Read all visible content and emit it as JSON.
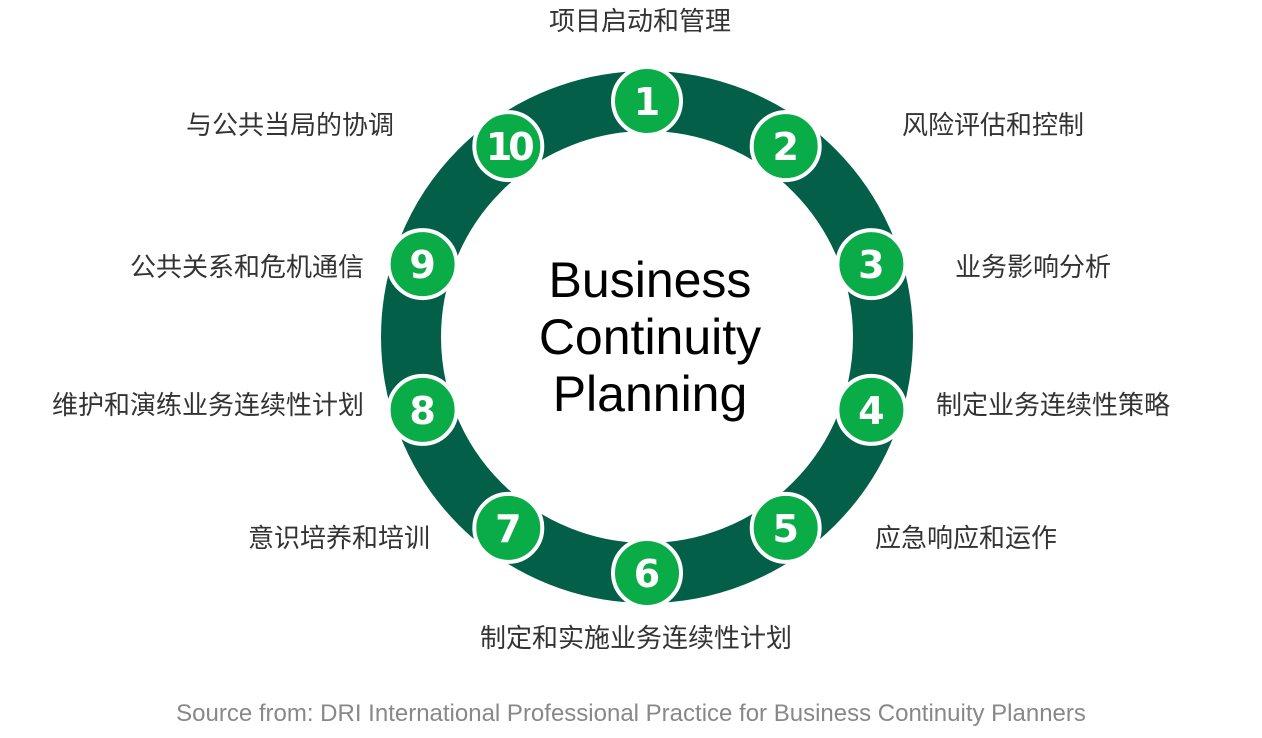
{
  "colors": {
    "ring": "#035f48",
    "badge_fill": "#0aac48",
    "badge_stroke": "#ffffff",
    "label_text": "#333333",
    "title_text": "#000000",
    "source_text": "#888888"
  },
  "center": {
    "line1": "Business",
    "line2": "Continuity",
    "line3": "Planning"
  },
  "steps": [
    {
      "number": "1",
      "label": "项目启动和管理"
    },
    {
      "number": "2",
      "label": "风险评估和控制"
    },
    {
      "number": "3",
      "label": "业务影响分析"
    },
    {
      "number": "4",
      "label": "制定业务连续性策略"
    },
    {
      "number": "5",
      "label": "应急响应和运作"
    },
    {
      "number": "6",
      "label": "制定和实施业务连续性计划"
    },
    {
      "number": "7",
      "label": "意识培养和培训"
    },
    {
      "number": "8",
      "label": "维护和演练业务连续性计划"
    },
    {
      "number": "9",
      "label": "公共关系和危机通信"
    },
    {
      "number": "10",
      "label": "与公共当局的协调"
    }
  ],
  "source": "Source from: DRI International Professional Practice for Business Continuity Planners"
}
